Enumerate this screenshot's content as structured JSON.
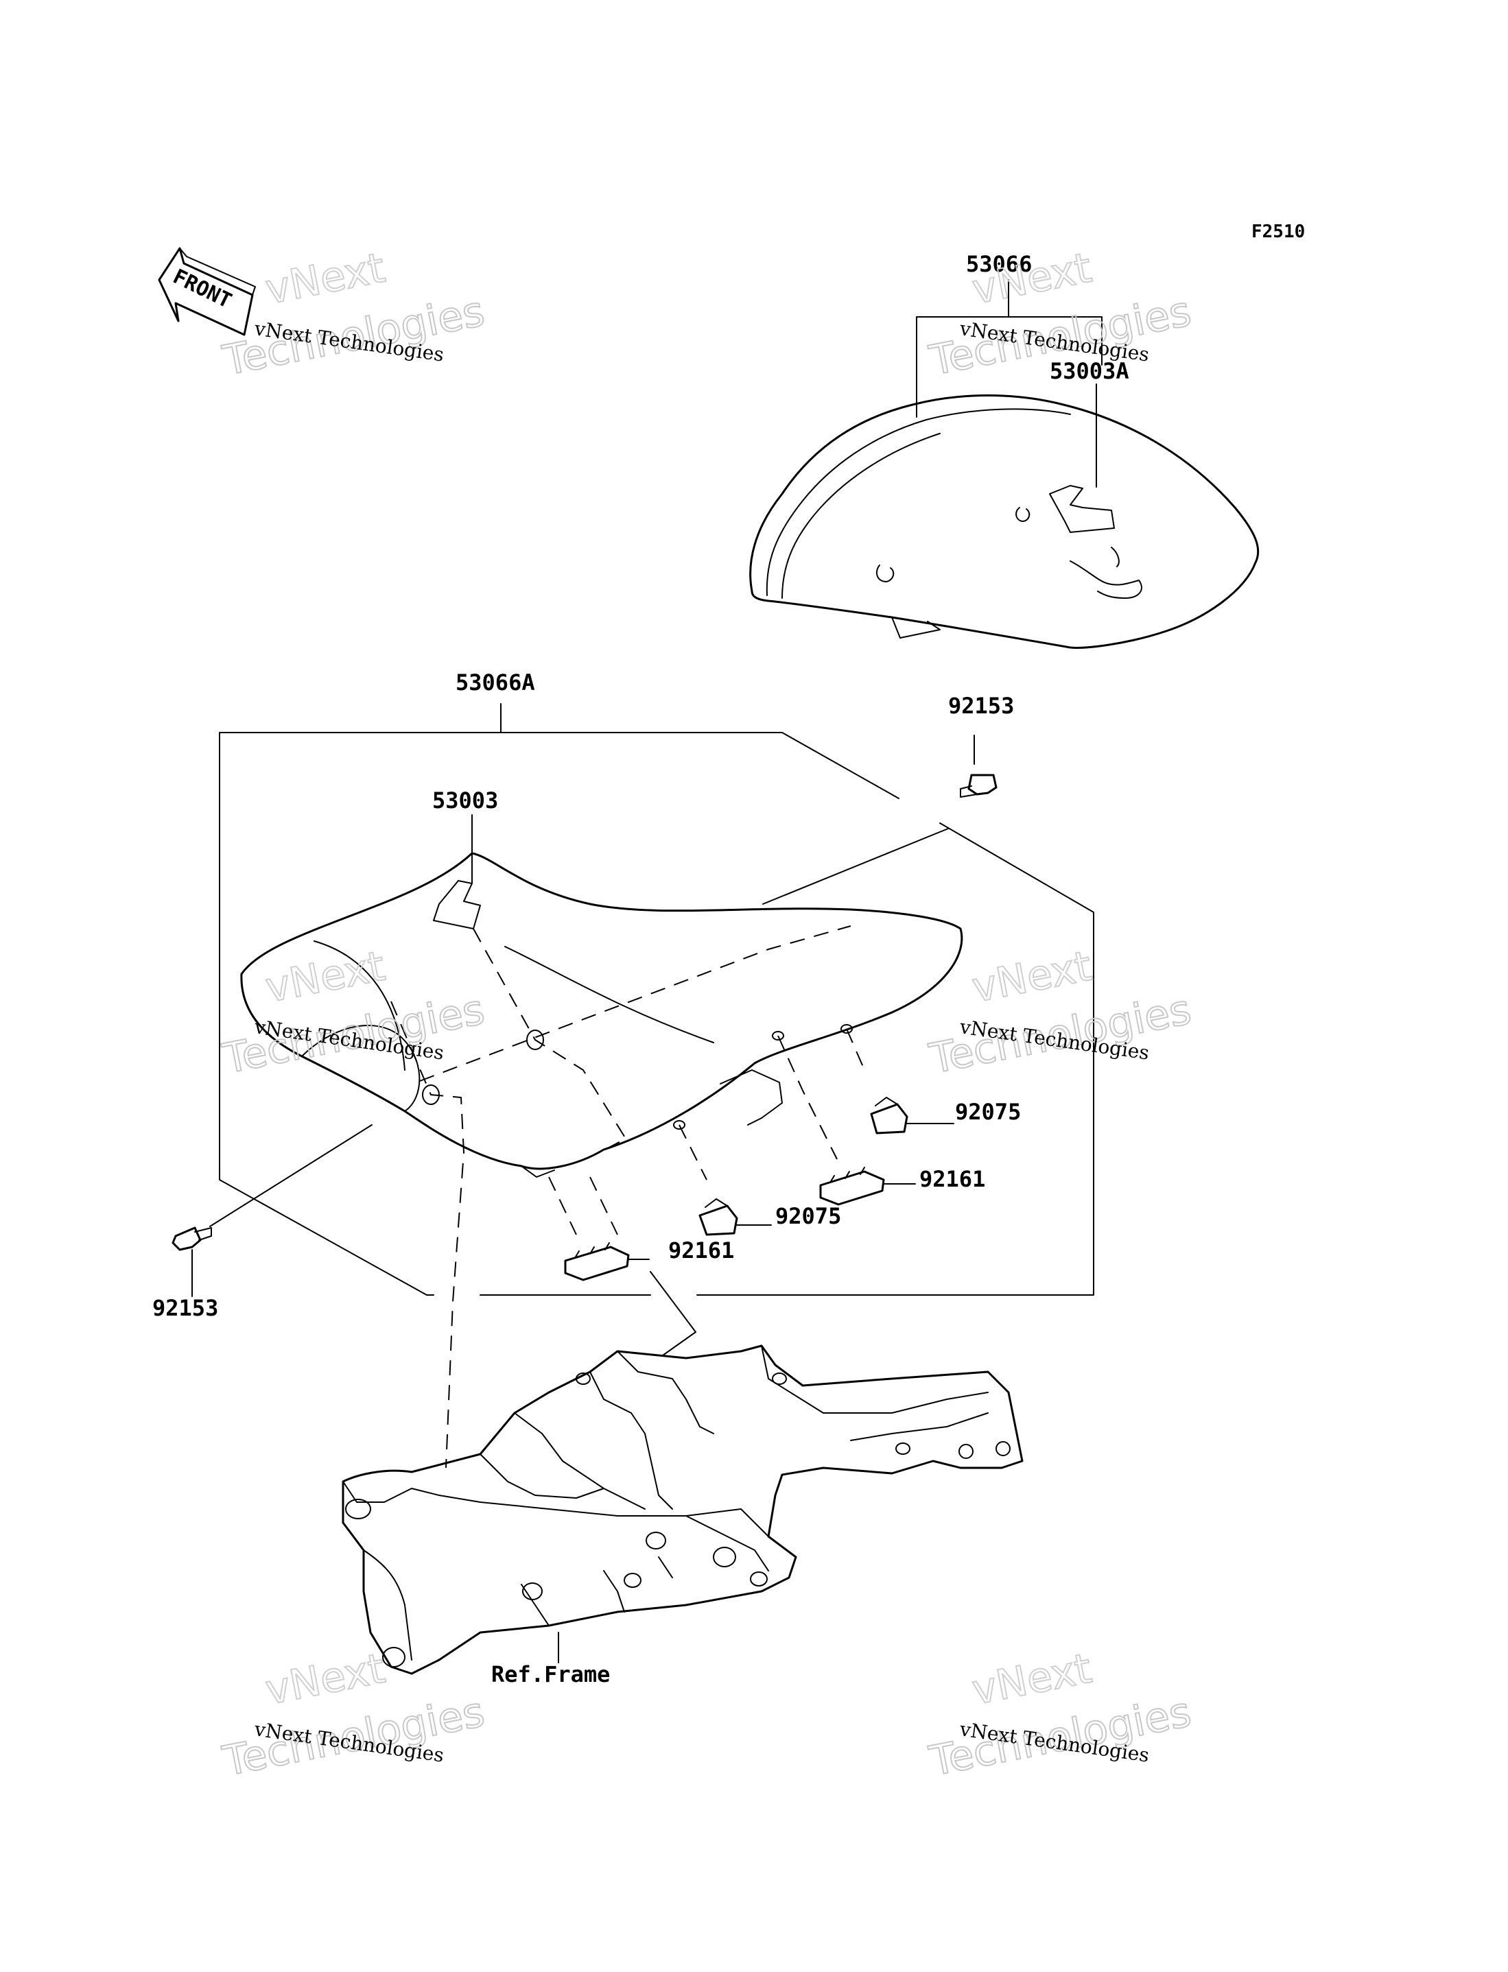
{
  "diagram_id": "F2510",
  "front_arrow_label": "FRONT",
  "watermark": {
    "small": "vNext Technologies",
    "big_line1": "vNext",
    "big_line2": "Technologies"
  },
  "parts": {
    "passenger_seat_assy": "53066",
    "passenger_seat_cover": "53003A",
    "seat_assy": "53066A",
    "seat_cover": "53003",
    "bolt_right": "92153",
    "bolt_left": "92153",
    "damper_right": "92075",
    "damper_center": "92075",
    "damper_rubber_right": "92161",
    "damper_rubber_center": "92161",
    "frame_ref": "Ref.Frame"
  }
}
